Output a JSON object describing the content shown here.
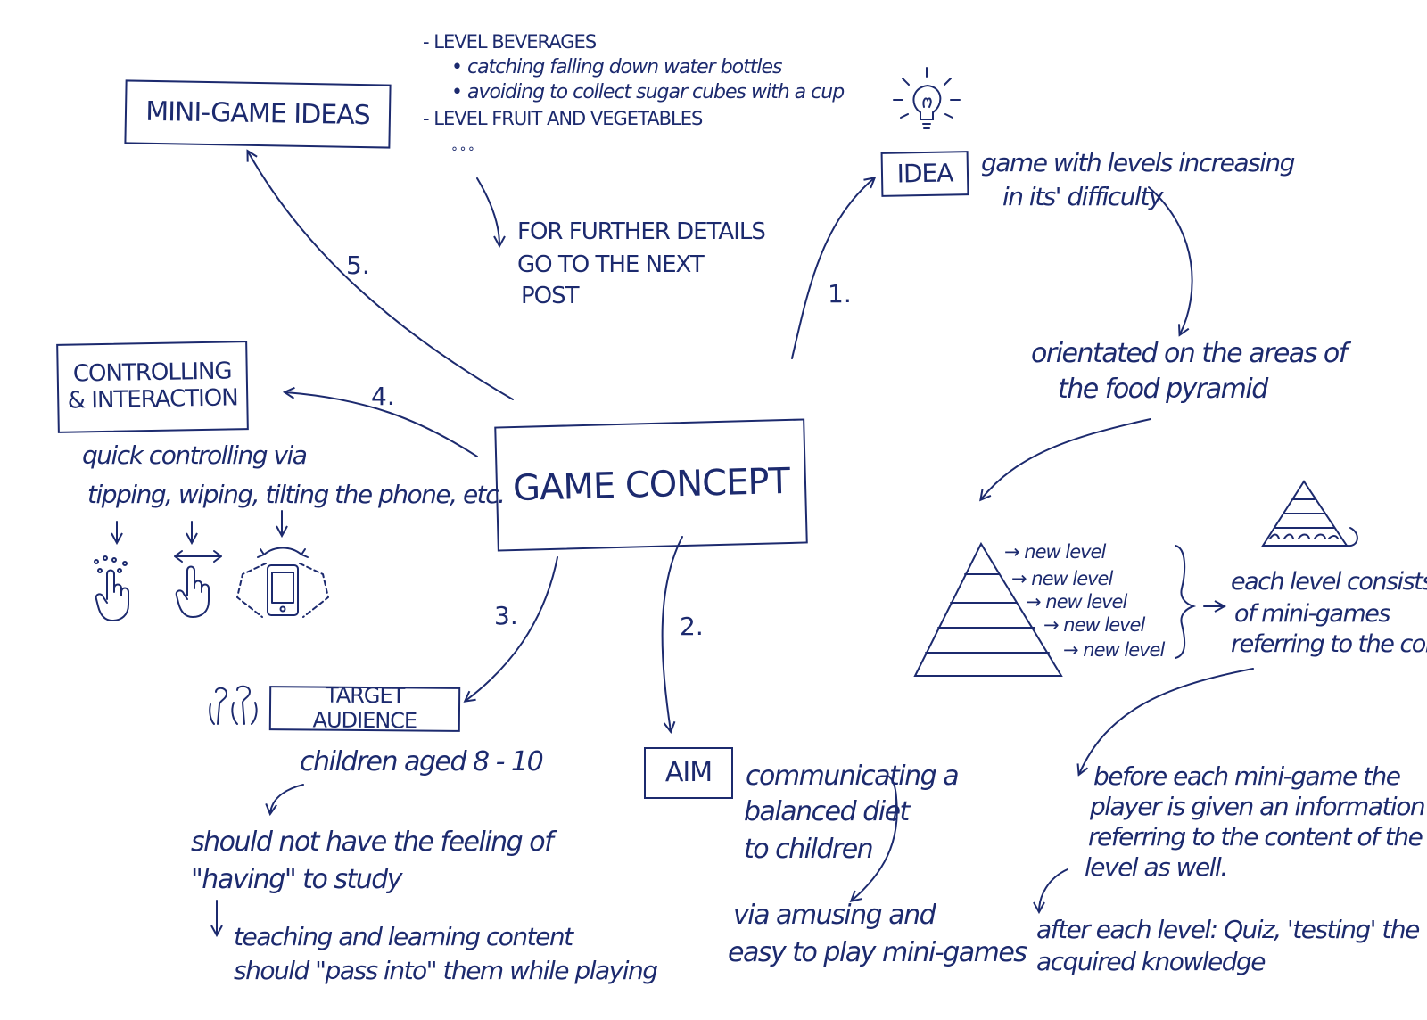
{
  "center": {
    "label": "GAME CONCEPT"
  },
  "idea": {
    "box_label": "IDEA",
    "text_line1": "game with levels increasing",
    "text_line2": "in its' difficulty",
    "orientated_line1": "orientated on the areas of",
    "orientated_line2": "the food pyramid",
    "levels": [
      "new level",
      "new level",
      "new level",
      "new level",
      "new level"
    ],
    "consists_line1": "each level consists",
    "consists_line2": "of mini-games",
    "consists_line3": "referring to the content",
    "before_line1": "before each mini-game the",
    "before_line2": "player is given an information",
    "before_line3": "referring to the content of the",
    "before_line4": "level as well.",
    "after_line1": "after each level: Quiz, 'testing' the",
    "after_line2": "acquired knowledge"
  },
  "aim": {
    "box_label": "AIM",
    "line1": "communicating a",
    "line2": "balanced diet",
    "line3": "to children",
    "via_line1": "via amusing and",
    "via_line2": "easy to play mini-games"
  },
  "target": {
    "box_label": "TARGET AUDIENCE",
    "age": "children aged 8 - 10",
    "feeling_line1": "should not have the feeling of",
    "feeling_line2": "\"having\" to study",
    "teach_line1": "teaching and learning content",
    "teach_line2": "should \"pass into\" them while playing"
  },
  "controlling": {
    "box_label": "CONTROLLING & INTERACTION",
    "line1": "quick controlling via",
    "line2": "tipping, wiping, tilting the phone, etc."
  },
  "minigame": {
    "box_label": "MINI-GAME IDEAS",
    "item1": "- LEVEL BEVERAGES",
    "sub1": "• catching falling down water bottles",
    "sub2": "• avoiding to collect sugar cubes with a cup",
    "item2": "- LEVEL FRUIT AND VEGETABLES",
    "ellipsis": "° ° °",
    "further_line1": "FOR FURTHER DETAILS",
    "further_line2": "GO TO THE NEXT",
    "further_line3": "POST"
  },
  "numbers": {
    "n1": "1.",
    "n2": "2.",
    "n3": "3.",
    "n4": "4.",
    "n5": "5."
  },
  "icons": [
    "lightbulb-icon",
    "pyramid-icon",
    "people-icon",
    "tap-gesture-icon",
    "swipe-gesture-icon",
    "tilt-phone-icon"
  ],
  "colors": {
    "ink": "#1c2a6e",
    "paper": "#ffffff"
  }
}
